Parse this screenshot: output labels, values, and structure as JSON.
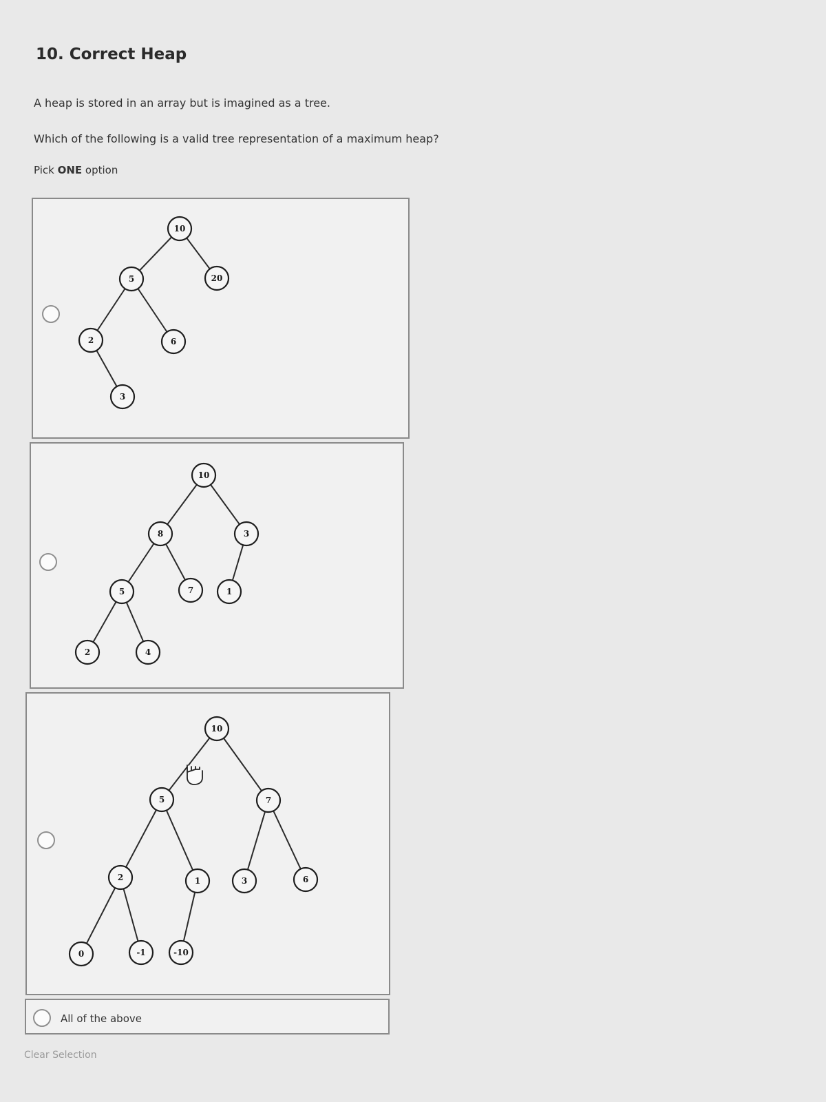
{
  "question": {
    "title": "10. Correct Heap",
    "line1": "A heap is stored in an array but is imagined as a tree.",
    "line2": "Which of the following is a valid tree representation of a maximum heap?",
    "pick_prefix": "Pick ",
    "pick_bold": "ONE",
    "pick_suffix": " option"
  },
  "options": [
    {
      "nodes": [
        {
          "id": "a",
          "label": "10"
        },
        {
          "id": "b",
          "label": "5"
        },
        {
          "id": "c",
          "label": "20"
        },
        {
          "id": "d",
          "label": "2"
        },
        {
          "id": "e",
          "label": "6"
        },
        {
          "id": "f",
          "label": "3"
        }
      ],
      "edges": [
        [
          "a",
          "b"
        ],
        [
          "a",
          "c"
        ],
        [
          "b",
          "d"
        ],
        [
          "b",
          "e"
        ],
        [
          "d",
          "f"
        ]
      ]
    },
    {
      "nodes": [
        {
          "id": "a",
          "label": "10"
        },
        {
          "id": "b",
          "label": "8"
        },
        {
          "id": "c",
          "label": "3"
        },
        {
          "id": "d",
          "label": "5"
        },
        {
          "id": "e",
          "label": "7"
        },
        {
          "id": "f",
          "label": "1"
        },
        {
          "id": "g",
          "label": "2"
        },
        {
          "id": "h",
          "label": "4"
        }
      ],
      "edges": [
        [
          "a",
          "b"
        ],
        [
          "a",
          "c"
        ],
        [
          "b",
          "d"
        ],
        [
          "b",
          "e"
        ],
        [
          "c",
          "f"
        ],
        [
          "d",
          "g"
        ],
        [
          "d",
          "h"
        ]
      ]
    },
    {
      "nodes": [
        {
          "id": "a",
          "label": "10"
        },
        {
          "id": "b",
          "label": "5"
        },
        {
          "id": "c",
          "label": "7"
        },
        {
          "id": "d",
          "label": "2"
        },
        {
          "id": "e",
          "label": "1"
        },
        {
          "id": "f",
          "label": "3"
        },
        {
          "id": "g",
          "label": "6"
        },
        {
          "id": "h",
          "label": "0"
        },
        {
          "id": "i",
          "label": "-1"
        },
        {
          "id": "j",
          "label": "-10"
        }
      ],
      "edges": [
        [
          "a",
          "b"
        ],
        [
          "a",
          "c"
        ],
        [
          "b",
          "d"
        ],
        [
          "b",
          "e"
        ],
        [
          "c",
          "f"
        ],
        [
          "c",
          "g"
        ],
        [
          "d",
          "h"
        ],
        [
          "d",
          "i"
        ],
        [
          "e",
          "j"
        ]
      ]
    }
  ],
  "all_above_label": "All of the above",
  "clear_label": "Clear Selection"
}
